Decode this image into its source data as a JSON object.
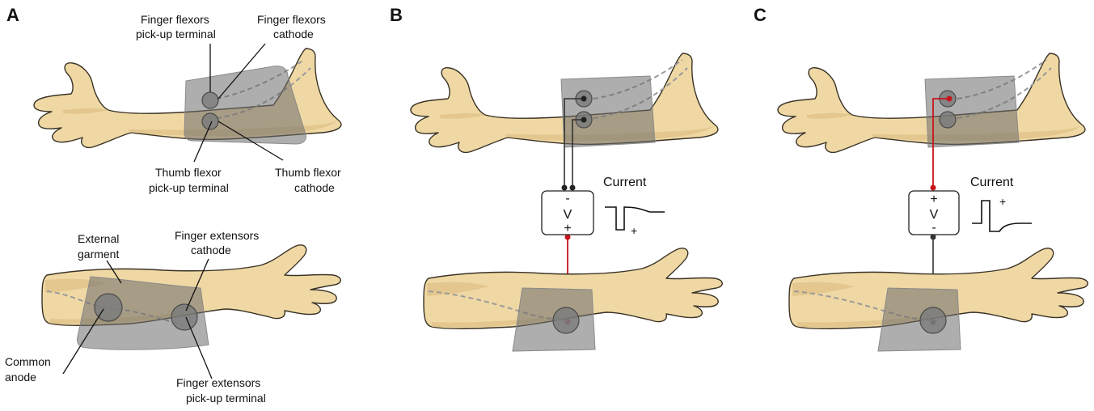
{
  "panels": {
    "a": {
      "letter": "A",
      "labels": {
        "finger_flexors_pickup_1": "Finger flexors",
        "finger_flexors_pickup_2": "pick-up terminal",
        "finger_flexors_cathode_1": "Finger flexors",
        "finger_flexors_cathode_2": "cathode",
        "thumb_flexor_pickup_1": "Thumb flexor",
        "thumb_flexor_pickup_2": "pick-up terminal",
        "thumb_flexor_cathode_1": "Thumb flexor",
        "thumb_flexor_cathode_2": "cathode",
        "external_garment_1": "External",
        "external_garment_2": "garment",
        "finger_extensors_cathode_1": "Finger extensors",
        "finger_extensors_cathode_2": "cathode",
        "common_anode_1": "Common",
        "common_anode_2": "anode",
        "finger_extensors_pickup_1": "Finger extensors",
        "finger_extensors_pickup_2": "pick-up terminal"
      }
    },
    "b": {
      "letter": "B",
      "current_label": "Current",
      "box": {
        "top_sign": "-",
        "symbol": "V",
        "bottom_sign": "+"
      },
      "wave_sign": "+"
    },
    "c": {
      "letter": "C",
      "current_label": "Current",
      "box": {
        "top_sign": "+",
        "symbol": "V",
        "bottom_sign": "-"
      },
      "wave_sign": "+"
    }
  },
  "colors": {
    "skin": "#efd8a4",
    "garment": "#6b6b6b",
    "anode_wire": "#c8141c",
    "cathode_wire": "#333333"
  }
}
